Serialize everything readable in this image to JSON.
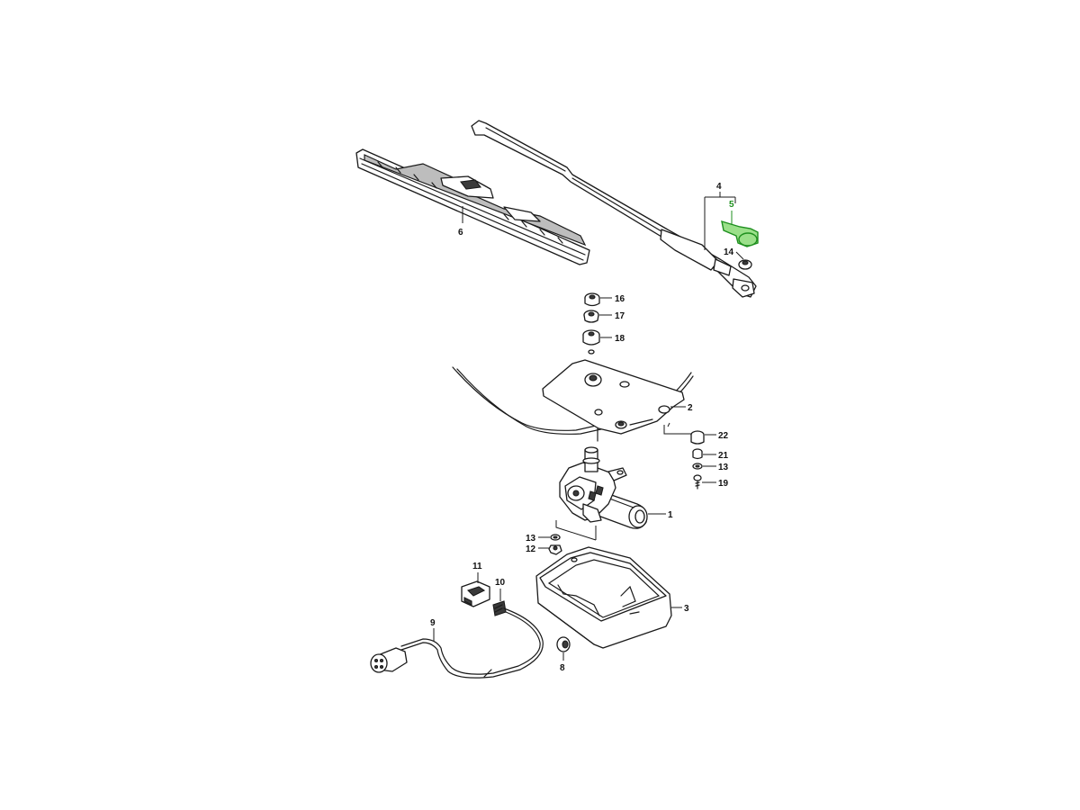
{
  "diagram": {
    "highlight_color": "#9be08a",
    "highlight_stroke": "#1e8f1e",
    "callouts": {
      "c1": "1",
      "c2": "2",
      "c3": "3",
      "c4": "4",
      "c5": "5",
      "c6": "6",
      "c8": "8",
      "c9": "9",
      "c10": "10",
      "c11": "11",
      "c12": "12",
      "c13a": "13",
      "c13b": "13",
      "c14": "14",
      "c16": "16",
      "c17": "17",
      "c18": "18",
      "c19": "19",
      "c21": "21",
      "c22": "22"
    }
  }
}
